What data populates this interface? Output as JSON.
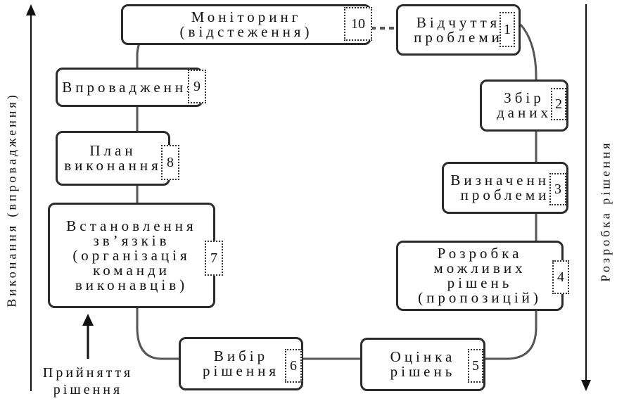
{
  "left_axis_label": "Виконання (впровадження)",
  "right_axis_label": "Розробка рішення",
  "decision_label": "Прийняття\nрішення",
  "steps": [
    {
      "num": "1",
      "label": "Відчуття\nпроблеми"
    },
    {
      "num": "2",
      "label": "Збір\nданих"
    },
    {
      "num": "3",
      "label": "Визначення\nпроблеми"
    },
    {
      "num": "4",
      "label": "Розробка\nможливих рішень\n(пропозицій)"
    },
    {
      "num": "5",
      "label": "Оцінка\nрішень"
    },
    {
      "num": "6",
      "label": "Вибір\nрішення"
    },
    {
      "num": "7",
      "label": "Встановлення\nзв’язків\n(організація\nкоманди\nвиконавців)"
    },
    {
      "num": "8",
      "label": "План\nвиконання"
    },
    {
      "num": "9",
      "label": "Впровадження"
    },
    {
      "num": "10",
      "label": "Моніторинг (відстеження)"
    }
  ]
}
